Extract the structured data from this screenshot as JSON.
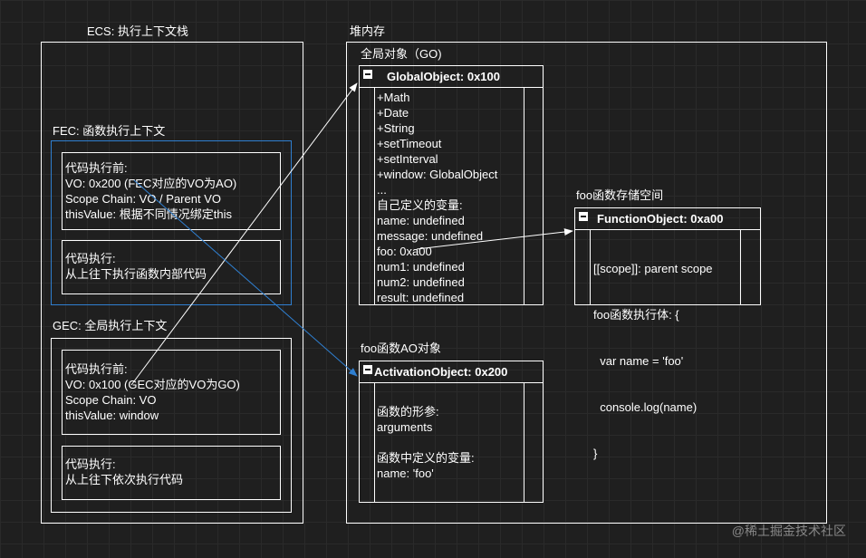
{
  "ecs": {
    "title": "ECS: 执行上下文栈"
  },
  "fec": {
    "title": "FEC: 函数执行上下文",
    "before_lines": [
      "代码执行前:",
      "VO: 0x200  (FEC对应的VO为AO)",
      "Scope Chain: VO / Parent VO",
      "thisValue: 根据不同情况绑定this"
    ],
    "exec_lines": [
      "代码执行:",
      "从上往下执行函数内部代码"
    ]
  },
  "gec": {
    "title": "GEC: 全局执行上下文",
    "before_lines": [
      "代码执行前:",
      "VO: 0x100  (GEC对应的VO为GO)",
      "Scope Chain: VO",
      "thisValue: window"
    ],
    "exec_lines": [
      "代码执行:",
      "从上往下依次执行代码"
    ]
  },
  "heap": {
    "title": "堆内存"
  },
  "go": {
    "caption": "全局对象（GO)",
    "header": "GlobalObject: 0x100",
    "lines": [
      "+Math",
      "+Date",
      "+String",
      "+setTimeout",
      "+setInterval",
      "+window: GlobalObject",
      "...",
      "自己定义的变量:",
      "name: undefined",
      "message: undefined",
      "foo: 0xa00",
      "num1: undefined",
      "num2: undefined",
      "result: undefined"
    ]
  },
  "foo_storage": {
    "caption": "foo函数存储空间",
    "header": "FunctionObject: 0xa00",
    "lines": [
      "[[scope]]: parent scope",
      "foo函数执行体: {",
      "  var name = 'foo'",
      "  console.log(name)",
      "}"
    ]
  },
  "ao": {
    "caption": "foo函数AO对象",
    "header": "ActivationObject: 0x200",
    "lines": [
      "函数的形参:",
      "arguments",
      "",
      "函数中定义的变量:",
      "name: 'foo'"
    ]
  },
  "watermark": "@稀土掘金技术社区",
  "colors": {
    "arrow_white": "#ffffff",
    "arrow_blue": "#2f7fd0",
    "background": "#1f1f1f"
  }
}
